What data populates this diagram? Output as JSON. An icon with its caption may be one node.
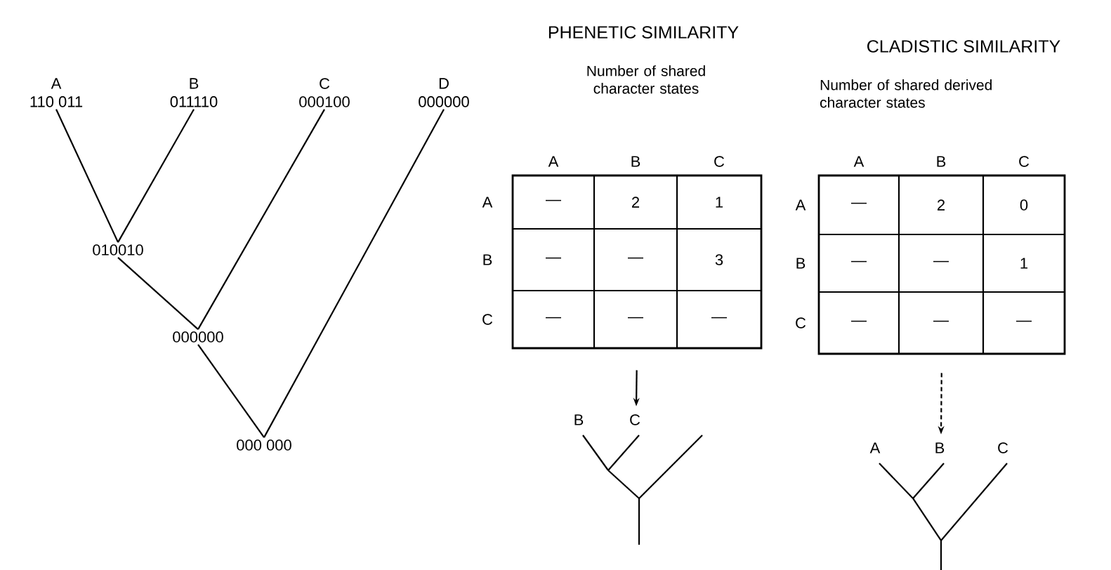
{
  "diagram": {
    "nodes": [
      {
        "text": [
          "A",
          "110 011"
        ]
      },
      {
        "text": [
          "B",
          "011110"
        ]
      },
      {
        "text": [
          "C",
          "000100"
        ]
      },
      {
        "text": [
          "D",
          "000000"
        ]
      },
      {
        "text": [
          "010010"
        ]
      },
      {
        "text": [
          "000000"
        ]
      },
      {
        "text": [
          "000 000"
        ]
      },
      {
        "text": [
          "A",
          "B",
          "C",
          "A",
          "—",
          "2",
          "1",
          "B",
          "—",
          "—",
          "3",
          "C",
          "—",
          "—",
          "—"
        ]
      },
      {
        "text": [
          "B",
          "C"
        ]
      },
      {
        "text": [
          "A",
          "B",
          "C",
          "A",
          "—",
          "2",
          "0",
          "B",
          "—",
          "—",
          "1",
          "C",
          "—",
          "—",
          "—"
        ]
      },
      {
        "text": [
          "A",
          "B",
          "C"
        ]
      }
    ],
    "edges": [
      {
        "from": 0,
        "to": 4,
        "arrow": "none"
      },
      {
        "from": 1,
        "to": 4,
        "arrow": "none"
      },
      {
        "from": 4,
        "to": 5,
        "arrow": "none"
      },
      {
        "from": 2,
        "to": 5,
        "arrow": "none"
      },
      {
        "from": 5,
        "to": 6,
        "arrow": "none"
      },
      {
        "from": 3,
        "to": 6,
        "arrow": "none"
      },
      {
        "from": 7,
        "to": 8,
        "arrow": "to"
      },
      {
        "from": 9,
        "to": 10,
        "arrow": "to",
        "style": "dashed"
      }
    ],
    "labels": [
      "PHENETIC SIMILARITY",
      "Number of shared character states",
      "CLADISTIC SIMILARITY",
      "Number of shared derived character states"
    ]
  }
}
